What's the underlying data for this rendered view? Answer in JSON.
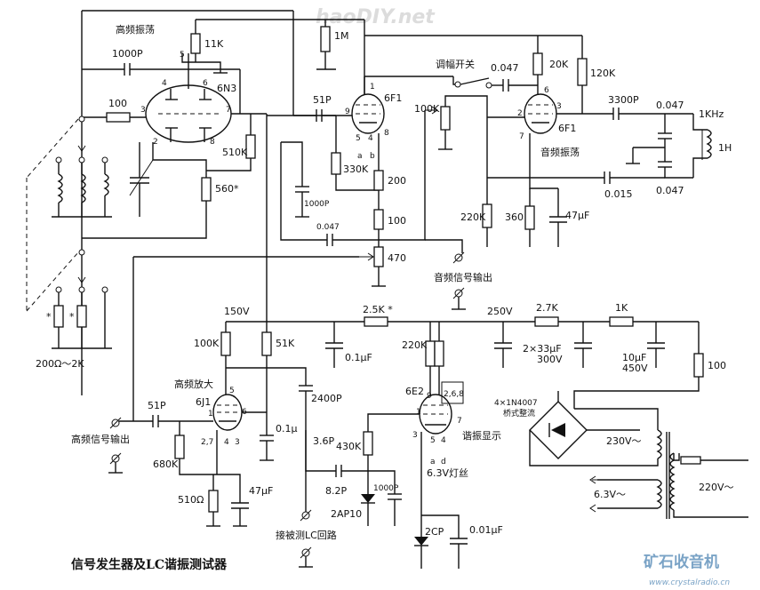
{
  "diagram": {
    "title": "信号发生器及LC谐振测试器",
    "watermark": "haoDIY.net",
    "brand": "矿石收音机",
    "brand_url": "www.crystalradio.cn",
    "sections": {
      "rf_osc": "高频振荡",
      "af_osc": "音频振荡",
      "rf_amp": "高频放大",
      "am_switch": "调幅开关",
      "af_out": "音频信号输出",
      "rf_out": "高频信号输出",
      "tuning_display": "谐振显示",
      "rectifier": "桥式整流",
      "connect_lc": "接被测LC回路",
      "filament": "6.3V灯丝"
    },
    "tubes": {
      "v1": "6N3",
      "v2": "6F1",
      "v3": "6F1",
      "v4": "6J1",
      "v5": "6E2"
    },
    "pins": {
      "v1": [
        "5",
        "4",
        "6",
        "3",
        "7",
        "2",
        "8"
      ],
      "v2": [
        "9",
        "1",
        "5",
        "4",
        "8",
        "a",
        "b"
      ],
      "v3": [
        "2",
        "3",
        "6",
        "7"
      ],
      "v4": [
        "5",
        "1",
        "6",
        "2,7",
        "4",
        "3"
      ],
      "v5": [
        "9",
        "2,6,8",
        "1",
        "7",
        "3",
        "5",
        "4",
        "a",
        "d"
      ]
    },
    "components": {
      "r_11k": "11K",
      "r_1m": "1M",
      "c_1000p_top": "1000P",
      "r_100_a": "100",
      "c_51p_a": "51P",
      "r_510k": "510K",
      "r_560": "560*",
      "r_330k": "330K",
      "c_1000p_b": "1000P",
      "r_200": "200",
      "r_100_b": "100",
      "c_0047_a": "0.047",
      "r_470": "470",
      "r_100k_pot": "100K",
      "c_0047_b": "0.047",
      "r_20k": "20K",
      "r_120k": "120K",
      "c_3300p": "3300P",
      "c_0047_c": "0.047",
      "l_1khz": "1KHz",
      "l_1h": "1H",
      "c_0015": "0.015",
      "c_0047_d": "0.047",
      "r_220k_a": "220K",
      "r_360": "360",
      "c_47u_a": "47μF",
      "r_200_2k": "200Ω～2K",
      "v_150": "150V",
      "r_100k_b": "100K",
      "r_51k": "51K",
      "c_01u_a": "0.1μF",
      "r_25k": "2.5K *",
      "v_250": "250V",
      "r_27k": "2.7K",
      "r_1k": "1K",
      "r_220k_b": "220K",
      "c_2x33": "2×33μF",
      "v_300": "300V",
      "c_10u": "10μF",
      "v_450": "450V",
      "r_100_c": "100",
      "c_2400p": "2400P",
      "c_01u_b": "0.1μ",
      "c_36p": "3.6P",
      "c_82p": "8.2P",
      "r_430k": "430K",
      "c_1000p_c": "1000P",
      "d_2ap10": "2AP10",
      "d_2cp": "2CP",
      "c_001u": "0.01μF",
      "c_51p_b": "51P",
      "r_680k": "680K",
      "r_510": "510Ω",
      "c_47u_b": "47μF",
      "diodes": "4×1N4007",
      "v_230": "230V～",
      "v_63": "6.3V～",
      "v_220": "220V～",
      "star": "*"
    }
  }
}
